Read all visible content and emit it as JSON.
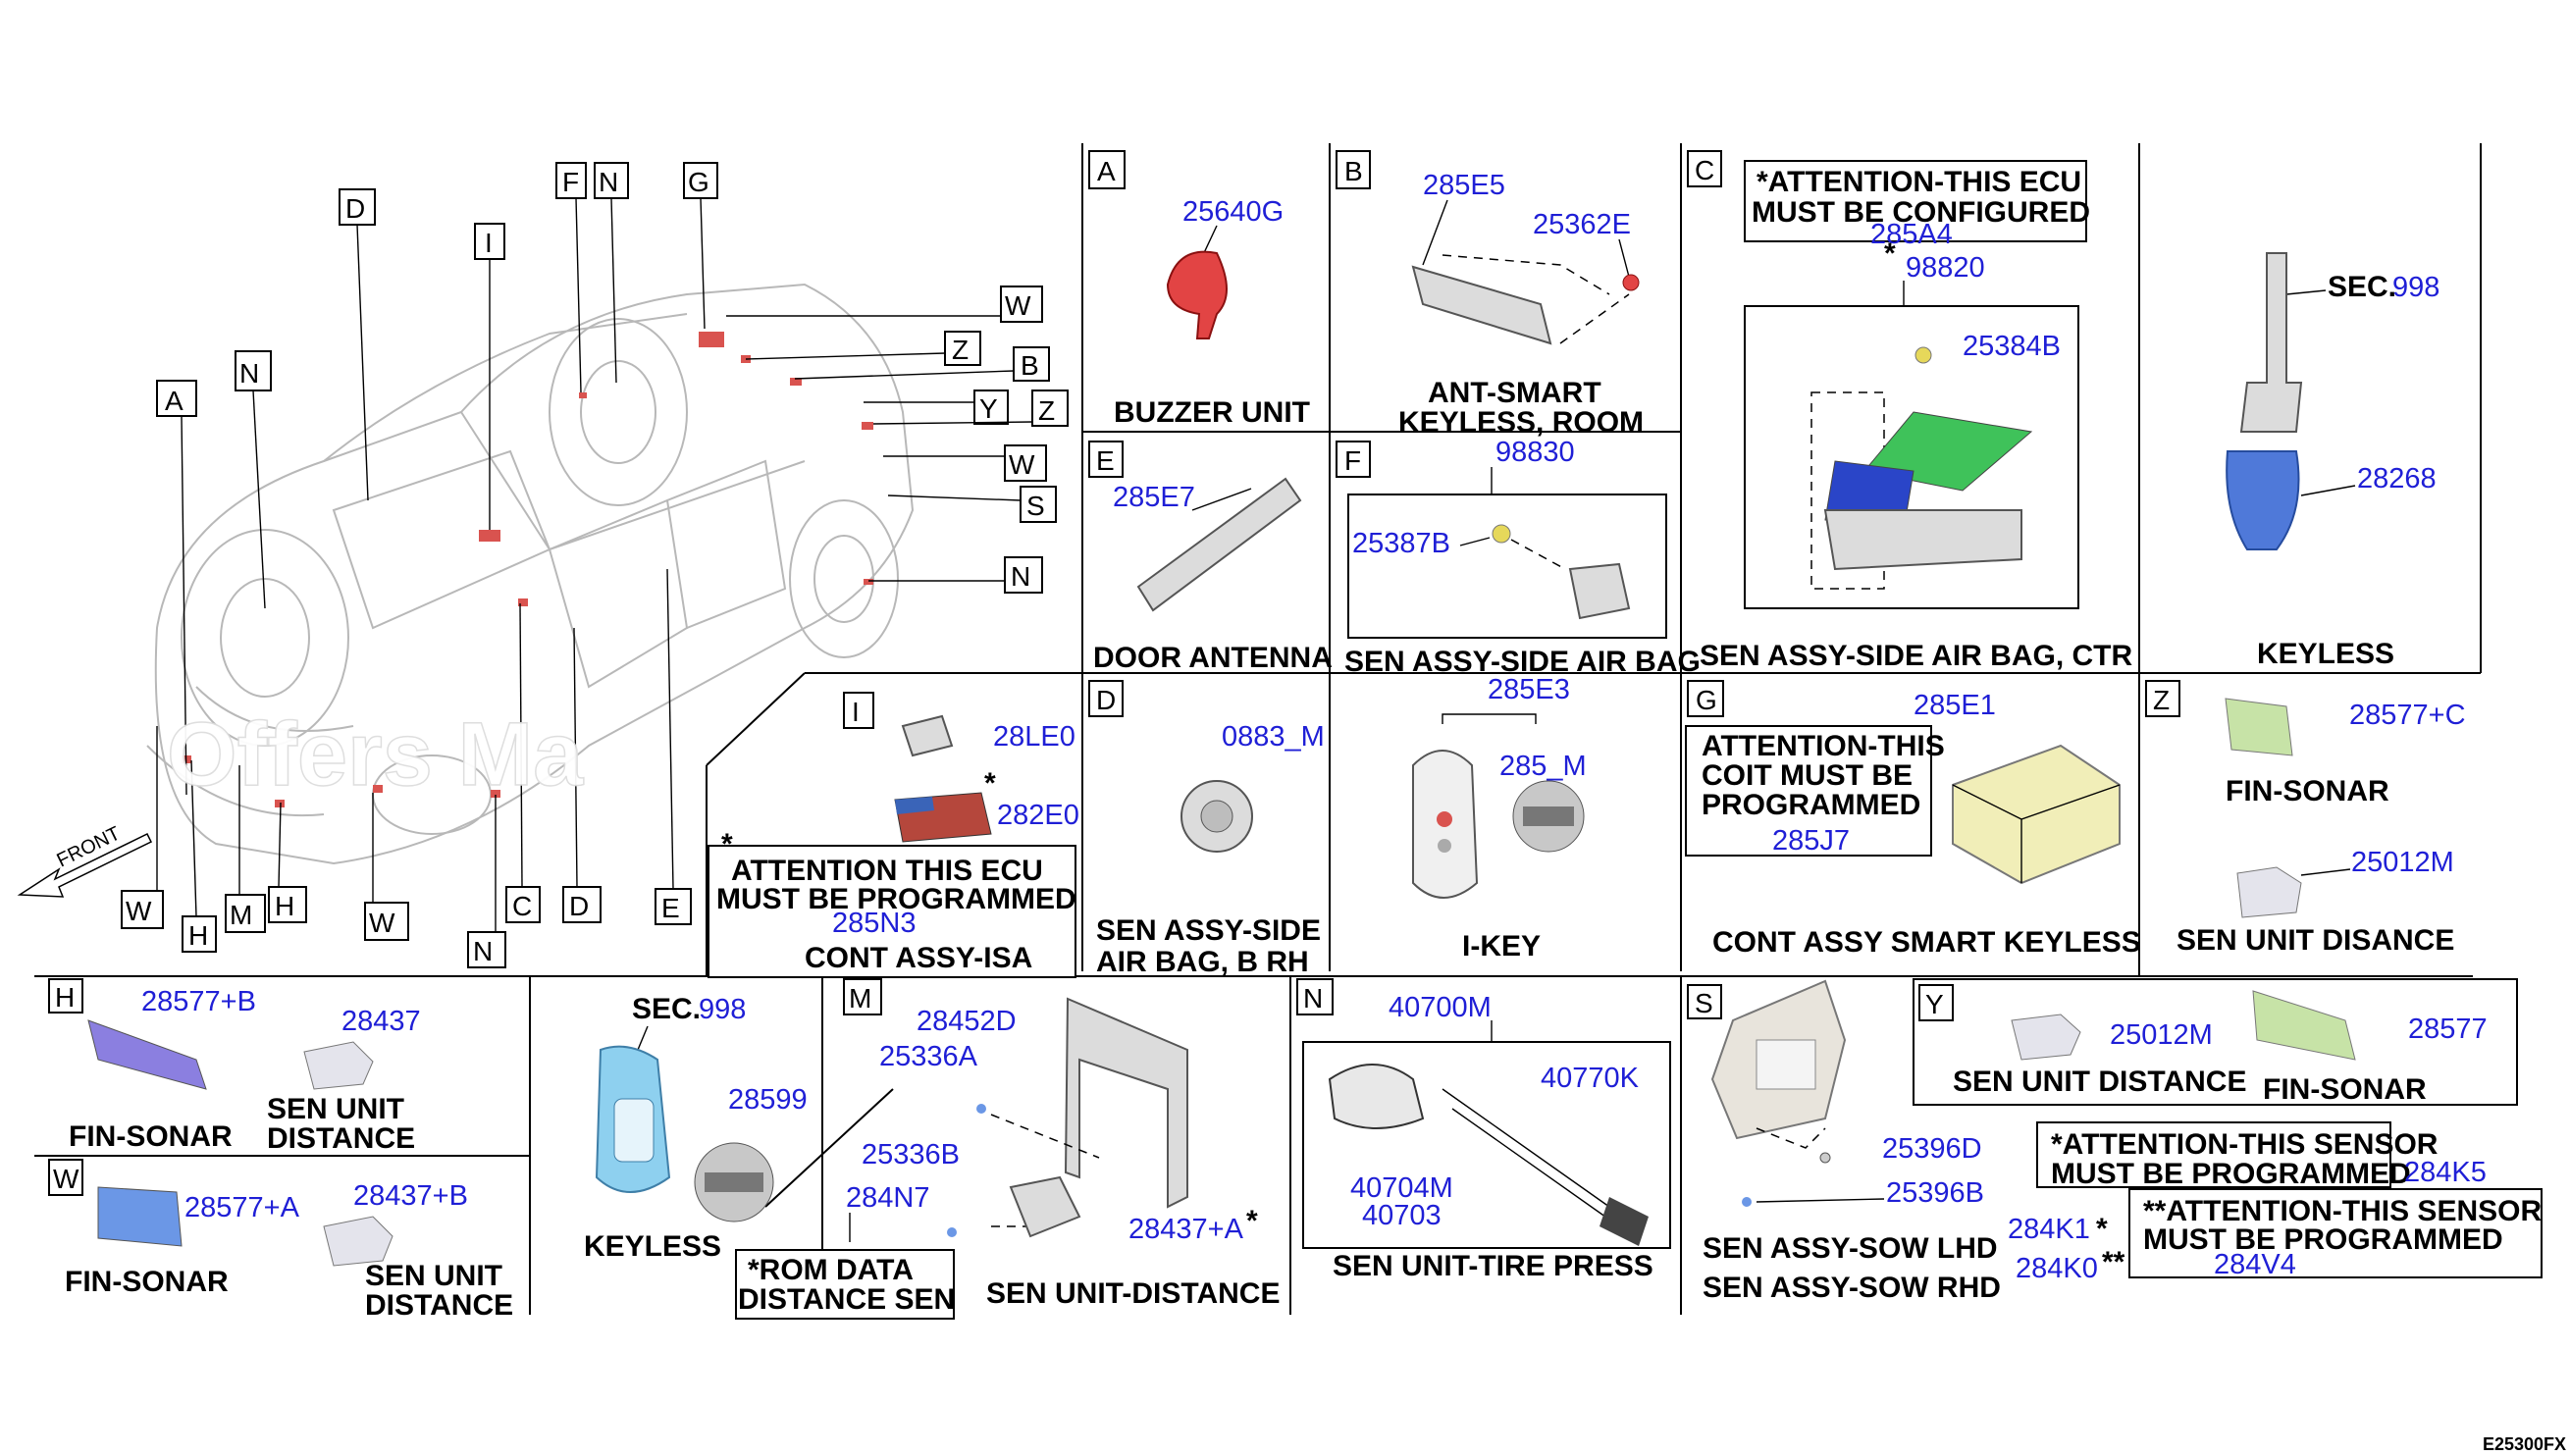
{
  "watermark": "Offers Ma",
  "diagram_code": "E25300FX",
  "front_label": "FRONT",
  "car_letters": [
    "A",
    "D",
    "I",
    "F",
    "N",
    "G",
    "N",
    "W",
    "Z",
    "B",
    "Y",
    "Z",
    "W",
    "S",
    "N",
    "W",
    "H",
    "M",
    "H",
    "W",
    "N",
    "C",
    "D",
    "E"
  ],
  "sections": {
    "A": {
      "letter": "A",
      "part_no": "25640G",
      "name": "BUZZER UNIT"
    },
    "B": {
      "letter": "B",
      "part_nos": [
        "285E5",
        "25362E"
      ],
      "name_l1": "ANT-SMART",
      "name_l2": "KEYLESS, ROOM"
    },
    "C": {
      "letter": "C",
      "note_l1": "*ATTENTION-THIS ECU",
      "note_l2": "MUST BE CONFIGURED",
      "note_no": "285A4",
      "star": "*",
      "part_nos": [
        "98820",
        "25384B"
      ],
      "name": "SEN ASSY-SIDE AIR BAG, CTR"
    },
    "keyless_r": {
      "sec": "SEC.",
      "sec_no": "998",
      "part_no": "28268",
      "name": "KEYLESS"
    },
    "E": {
      "letter": "E",
      "part_no": "285E7",
      "name": "DOOR ANTENNA"
    },
    "F": {
      "letter": "F",
      "part_nos": [
        "98830",
        "25387B"
      ],
      "name": "SEN ASSY-SIDE AIR BAG"
    },
    "I": {
      "letter": "I",
      "part_nos": [
        "28LE0",
        "282E0"
      ],
      "star": "*",
      "note_l1": "ATTENTION THIS ECU",
      "note_l2": "MUST BE PROGRAMMED",
      "note_no": "285N3",
      "name": "CONT ASSY-ISA"
    },
    "D": {
      "letter": "D",
      "part_no": "0883_M",
      "name_l1": "SEN ASSY-SIDE",
      "name_l2": "AIR BAG, B RH"
    },
    "ikey": {
      "part_nos": [
        "285E3",
        "285_M"
      ],
      "name": "I-KEY"
    },
    "G": {
      "letter": "G",
      "part_no": "285E1",
      "note_l1": "ATTENTION-THIS",
      "note_l2": "COIT MUST BE",
      "note_l3": "PROGRAMMED",
      "note_no": "285J7",
      "name": "CONT ASSY SMART KEYLESS"
    },
    "Z": {
      "letter": "Z",
      "part_nos": [
        "28577+C",
        "25012M"
      ],
      "name1": "FIN-SONAR",
      "name2": "SEN UNIT DISANCE"
    },
    "H": {
      "letter": "H",
      "part_nos": [
        "28577+B",
        "28437"
      ],
      "name1": "FIN-SONAR",
      "name2_l1": "SEN UNIT",
      "name2_l2": "DISTANCE"
    },
    "W": {
      "letter": "W",
      "part_nos": [
        "28577+A",
        "28437+B"
      ],
      "name1": "FIN-SONAR",
      "name2_l1": "SEN UNIT",
      "name2_l2": "DISTANCE"
    },
    "keyless_l": {
      "sec": "SEC.",
      "sec_no": "998",
      "part_no": "28599",
      "name": "KEYLESS"
    },
    "M": {
      "letter": "M",
      "part_nos": [
        "28452D",
        "25336A",
        "25336B",
        "284N7",
        "28437+A"
      ],
      "star": "*",
      "note_l1": "*ROM DATA",
      "note_l2": "DISTANCE SEN",
      "name": "SEN UNIT-DISTANCE"
    },
    "N": {
      "letter": "N",
      "part_nos": [
        "40700M",
        "40770K",
        "40704M",
        "40703"
      ],
      "name": "SEN UNIT-TIRE PRESS"
    },
    "S": {
      "letter": "S",
      "part_nos": [
        "25396D",
        "25396B"
      ],
      "name1": "SEN ASSY-SOW LHD",
      "name2": "SEN ASSY-SOW RHD"
    },
    "Y": {
      "letter": "Y",
      "part_nos": [
        "25012M",
        "28577"
      ],
      "name1": "SEN UNIT DISTANCE",
      "name2": "FIN-SONAR"
    },
    "notes": {
      "n1_l1": "*ATTENTION-THIS SENSOR",
      "n1_l2": "MUST BE PROGRAMMED",
      "n1_no": "284K5",
      "n2_l1": "**ATTENTION-THIS SENSOR",
      "n2_l2": "MUST BE PROGRAMMED",
      "n2_no": "284V4",
      "k1": "284K1",
      "k1_star": "*",
      "k0": "284K0",
      "k0_star": "**"
    }
  }
}
